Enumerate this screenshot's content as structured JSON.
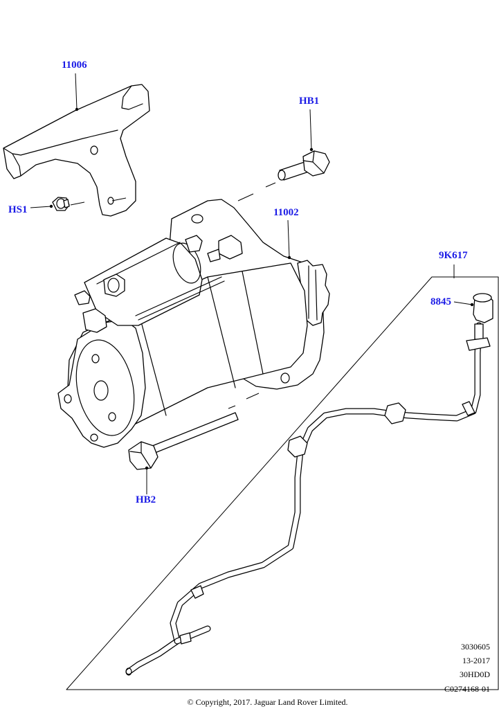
{
  "diagram": {
    "parts": [
      {
        "id": "bracket",
        "label": "11006"
      },
      {
        "id": "bolt-top",
        "label": "HB1"
      },
      {
        "id": "stud-nut",
        "label": "HS1"
      },
      {
        "id": "starter-motor",
        "label": "11002"
      },
      {
        "id": "cable-harness",
        "label": "9K617"
      },
      {
        "id": "terminal-cap",
        "label": "8845"
      },
      {
        "id": "bolt-bottom",
        "label": "HB2"
      }
    ],
    "label_color": "#1a1ae6"
  },
  "footer": {
    "codes": [
      "3030605",
      "13-2017",
      "30HD0D",
      "C0274168-01"
    ],
    "copyright": "© Copyright, 2017. Jaguar Land Rover Limited."
  }
}
